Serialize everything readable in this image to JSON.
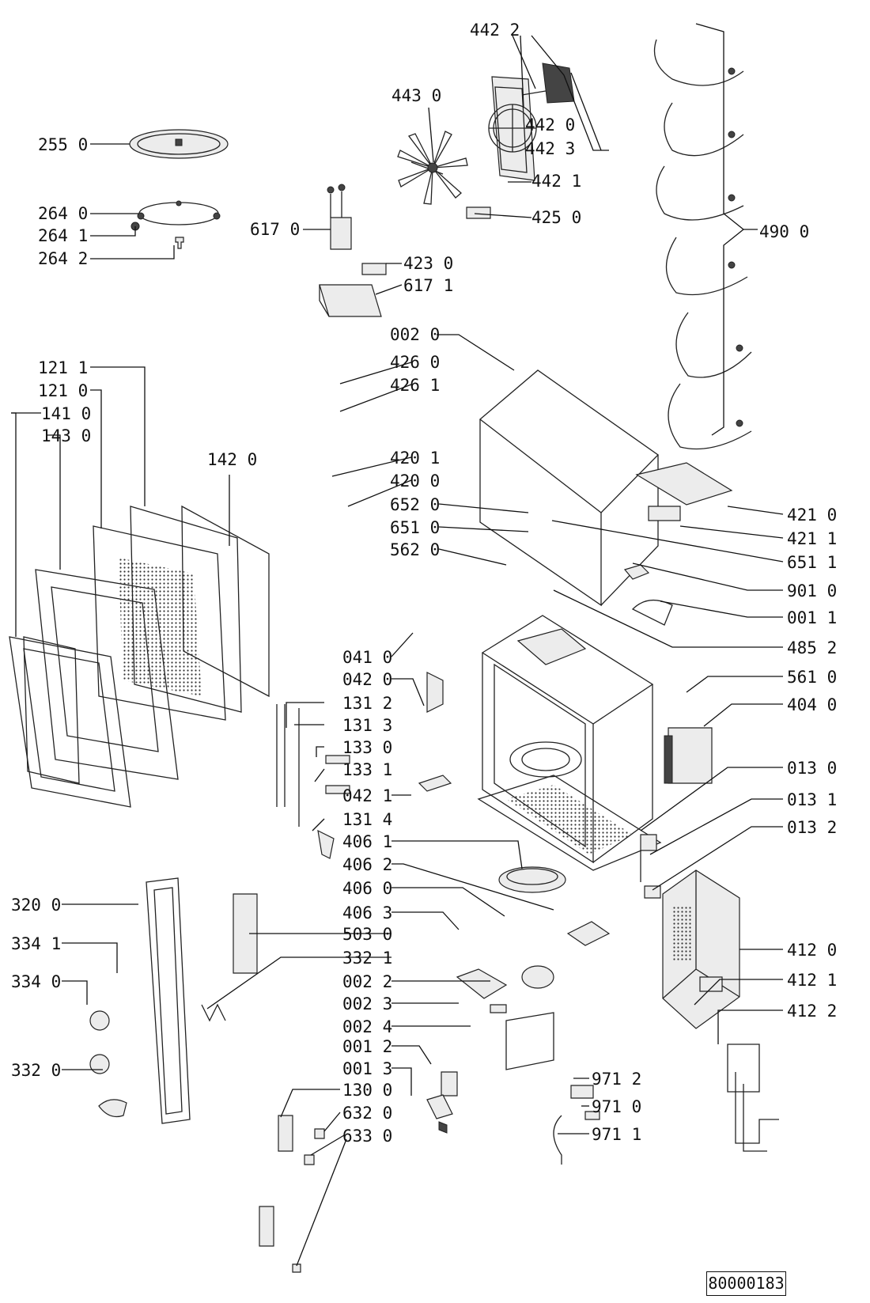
{
  "document_number": "80000183",
  "labels": {
    "l4422": "442 2",
    "l4430": "443 0",
    "l4420": "442 0",
    "l4423": "442 3",
    "l2550": "255 0",
    "l4421": "442 1",
    "l2640": "264 0",
    "l4250": "425 0",
    "l2641": "264 1",
    "l6170": "617 0",
    "l4900": "490 0",
    "l2642": "264 2",
    "l4230": "423 0",
    "l6171": "617 1",
    "l0020": "002 0",
    "l4260": "426 0",
    "l1211": "121 1",
    "l4261": "426 1",
    "l1210": "121 0",
    "l1410": "141 0",
    "l1430": "143 0",
    "l1420": "142 0",
    "l4201": "420 1",
    "l4200": "420 0",
    "l6520": "652 0",
    "l4210": "421 0",
    "l6510": "651 0",
    "l4211": "421 1",
    "l5620": "562 0",
    "l6511": "651 1",
    "l9010": "901 0",
    "l0011": "001 1",
    "l4852": "485 2",
    "l0410": "041 0",
    "l0420": "042 0",
    "l5610": "561 0",
    "l1312": "131 2",
    "l4040": "404 0",
    "l1313": "131 3",
    "l1330": "133 0",
    "l0130": "013 0",
    "l1331": "133 1",
    "l0421": "042 1",
    "l0131": "013 1",
    "l1314": "131 4",
    "l4061": "406 1",
    "l0132": "013 2",
    "l4062": "406 2",
    "l4060": "406 0",
    "l3200": "320 0",
    "l4063": "406 3",
    "l3341": "334 1",
    "l5030": "503 0",
    "l3321": "332 1",
    "l4120": "412 0",
    "l3340": "334 0",
    "l0022": "002 2",
    "l4121": "412 1",
    "l0023": "002 3",
    "l4122": "412 2",
    "l0024": "002 4",
    "l0012": "001 2",
    "l3320": "332 0",
    "l9712": "971 2",
    "l0013": "001 3",
    "l1300": "130 0",
    "l9710": "971 0",
    "l6320": "632 0",
    "l9711": "971 1",
    "l6330": "633 0"
  }
}
